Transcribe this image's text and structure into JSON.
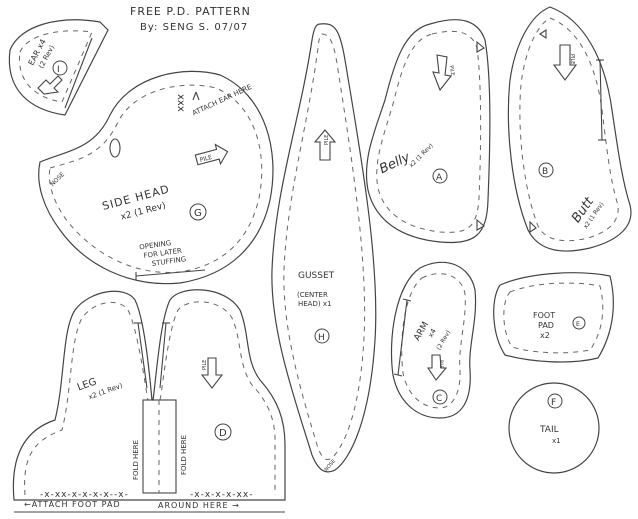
{
  "header": {
    "title": "FREE P.D. PATTERN",
    "byline": "By: SENG S.   07/07"
  },
  "pieces": [
    {
      "id": "I",
      "name": "ear",
      "label": "EAR x4",
      "qty": "(2 Rev)"
    },
    {
      "id": "G",
      "name": "side-head",
      "label": "SIDE HEAD",
      "qty": "x2 (1 Rev)",
      "notes": {
        "nose": "NOSE",
        "attach_ear": "ATTACH EAR HERE",
        "pile": "PILE",
        "opening_1": "OPENING",
        "opening_2": "FOR LATER",
        "opening_3": "STUFFING"
      }
    },
    {
      "id": "H",
      "name": "gusset",
      "label": "GUSSET",
      "qty_1": "(CENTER",
      "qty_2": "HEAD) x1",
      "notes": {
        "pile": "PILE",
        "nose": "NOSE"
      }
    },
    {
      "id": "A",
      "name": "belly",
      "label": "Belly",
      "qty": "x2 (1 Rev)",
      "notes": {
        "pile": "PILE"
      }
    },
    {
      "id": "B",
      "name": "butt",
      "label": "Butt",
      "qty": "x2 (1 Rev)",
      "notes": {
        "pile": "PILE"
      }
    },
    {
      "id": "C",
      "name": "arm",
      "label": "ARM",
      "qty_1": "x4",
      "qty_2": "(2 Rev)",
      "notes": {
        "pile": "PILE"
      }
    },
    {
      "id": "E",
      "name": "foot-pad",
      "label_1": "FOOT",
      "label_2": "PAD",
      "qty": "x2"
    },
    {
      "id": "F",
      "name": "tail",
      "label": "TAIL",
      "qty": "x1"
    },
    {
      "id": "D",
      "name": "leg",
      "label": "LEG",
      "qty": "x2 (1 Rev)",
      "notes": {
        "pile": "PILE",
        "fold_left": "FOLD HERE",
        "fold_right": "FOLD HERE",
        "attach_left": "←ATTACH FOOT  PAD",
        "attach_right": "AROUND  HERE →"
      }
    }
  ],
  "colors": {
    "paper": "#ffffff",
    "ink": "#444444",
    "stitch": "#666666"
  }
}
